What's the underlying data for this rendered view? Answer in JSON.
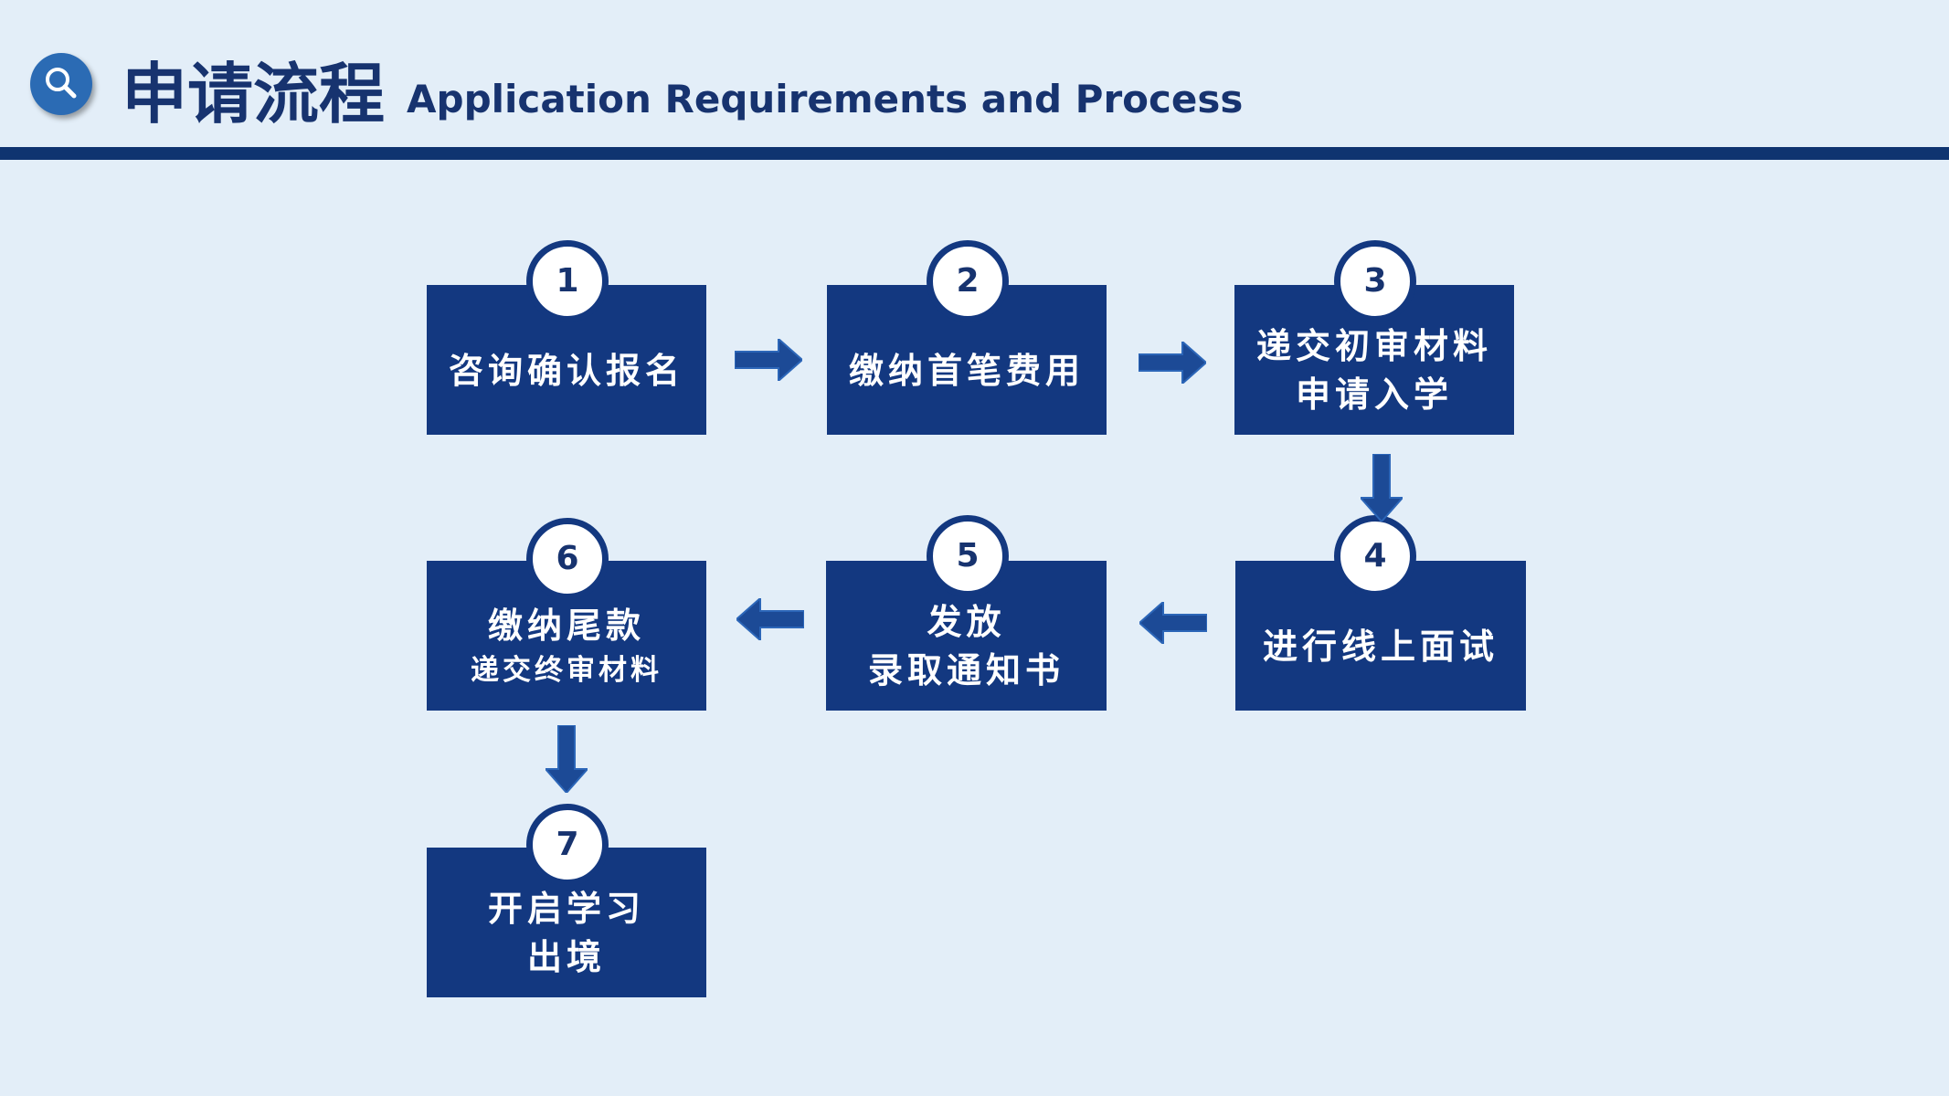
{
  "header": {
    "icon": "search-icon",
    "title_cn": "申请流程",
    "title_en": "Application Requirements and Process"
  },
  "colors": {
    "background": "#e3eef8",
    "title": "#17336f",
    "header_rule": "#0f3470",
    "step_box": "#133880",
    "step_text": "#ffffff",
    "badge_fill": "#ffffff",
    "arrow": "#1c4a96"
  },
  "steps": [
    {
      "number": "1",
      "lines": [
        "咨询确认报名"
      ]
    },
    {
      "number": "2",
      "lines": [
        "缴纳首笔费用"
      ]
    },
    {
      "number": "3",
      "lines": [
        "递交初审材料",
        "申请入学"
      ]
    },
    {
      "number": "4",
      "lines": [
        "进行线上面试"
      ]
    },
    {
      "number": "5",
      "lines": [
        "发放",
        "录取通知书"
      ]
    },
    {
      "number": "6",
      "lines": [
        "缴纳尾款",
        "递交终审材料"
      ]
    },
    {
      "number": "7",
      "lines": [
        "开启学习",
        "出境"
      ]
    }
  ],
  "connectors": [
    {
      "from": "1",
      "to": "2",
      "direction": "right"
    },
    {
      "from": "2",
      "to": "3",
      "direction": "right"
    },
    {
      "from": "3",
      "to": "4",
      "direction": "down"
    },
    {
      "from": "4",
      "to": "5",
      "direction": "left"
    },
    {
      "from": "5",
      "to": "6",
      "direction": "left"
    },
    {
      "from": "6",
      "to": "7",
      "direction": "down"
    }
  ]
}
